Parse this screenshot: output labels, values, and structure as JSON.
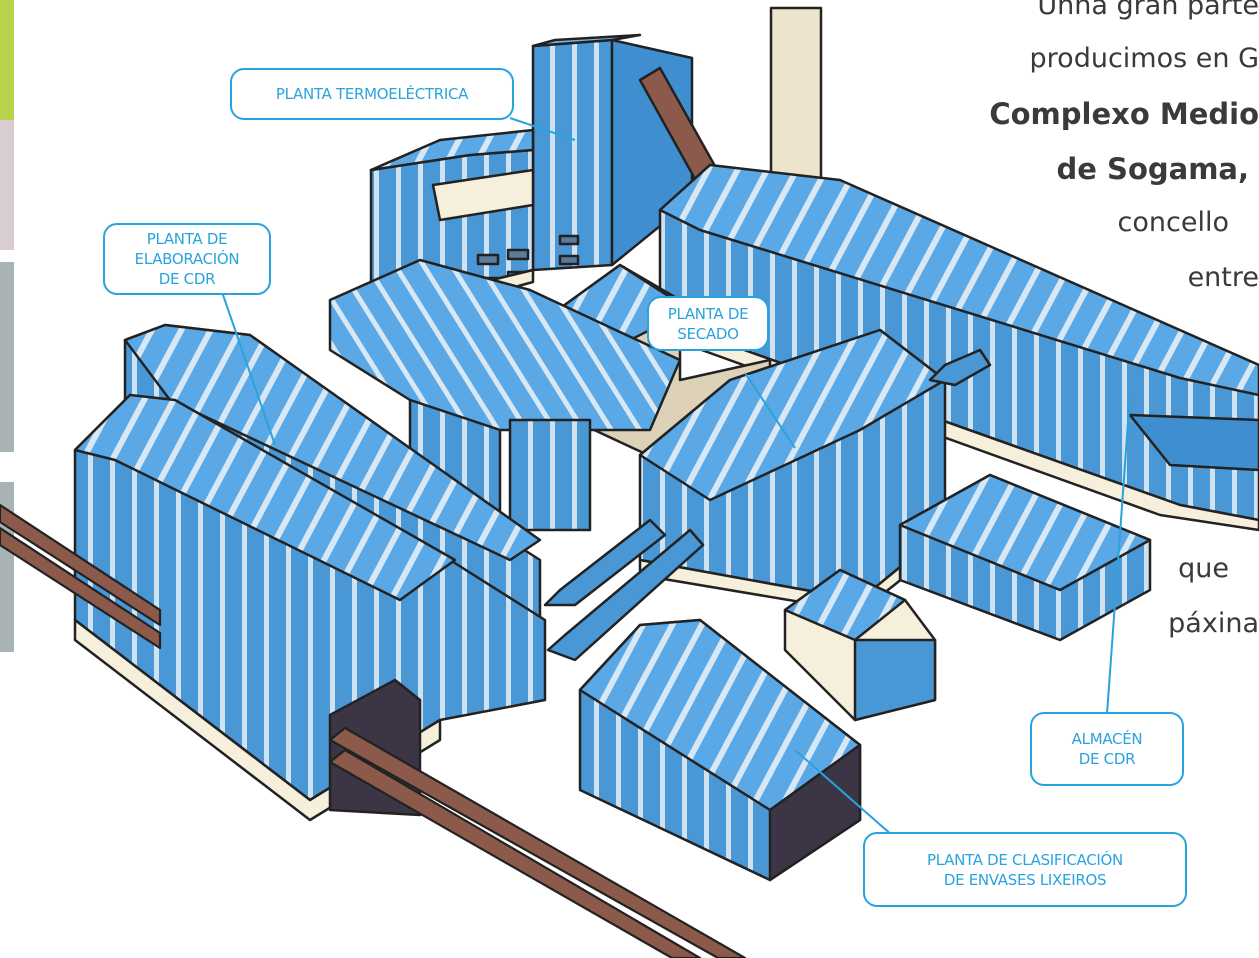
{
  "colors": {
    "label_border": "#2aa3dd",
    "label_text": "#2aa3dd",
    "roof_blue": "#5aa8e6",
    "wall_blue": "#4a97d6",
    "stripe": "#d7e7f3",
    "base_cream": "#f5efdc",
    "pipe_brown": "#7a5245",
    "text": "#3a3a3a"
  },
  "labels": {
    "termoelectrica": "PLANTA TERMOELÉCTRICA",
    "cdr": "PLANTA DE\nELABORACIÓN\nDE CDR",
    "secado": "PLANTA DE\nSECADO",
    "almacen": "ALMACÉN\nDE CDR",
    "clasificacion": "PLANTA DE CLASIFICACIÓN\nDE ENVASES LIXEIROS"
  },
  "text_fragments": {
    "line1": "Unha gran parte",
    "line2": "producimos en G",
    "line3": "Complexo Medio",
    "line4": "de Sogama,",
    "line5": "concello",
    "line6": "entre",
    "line7": "que",
    "line8": "páxina"
  }
}
